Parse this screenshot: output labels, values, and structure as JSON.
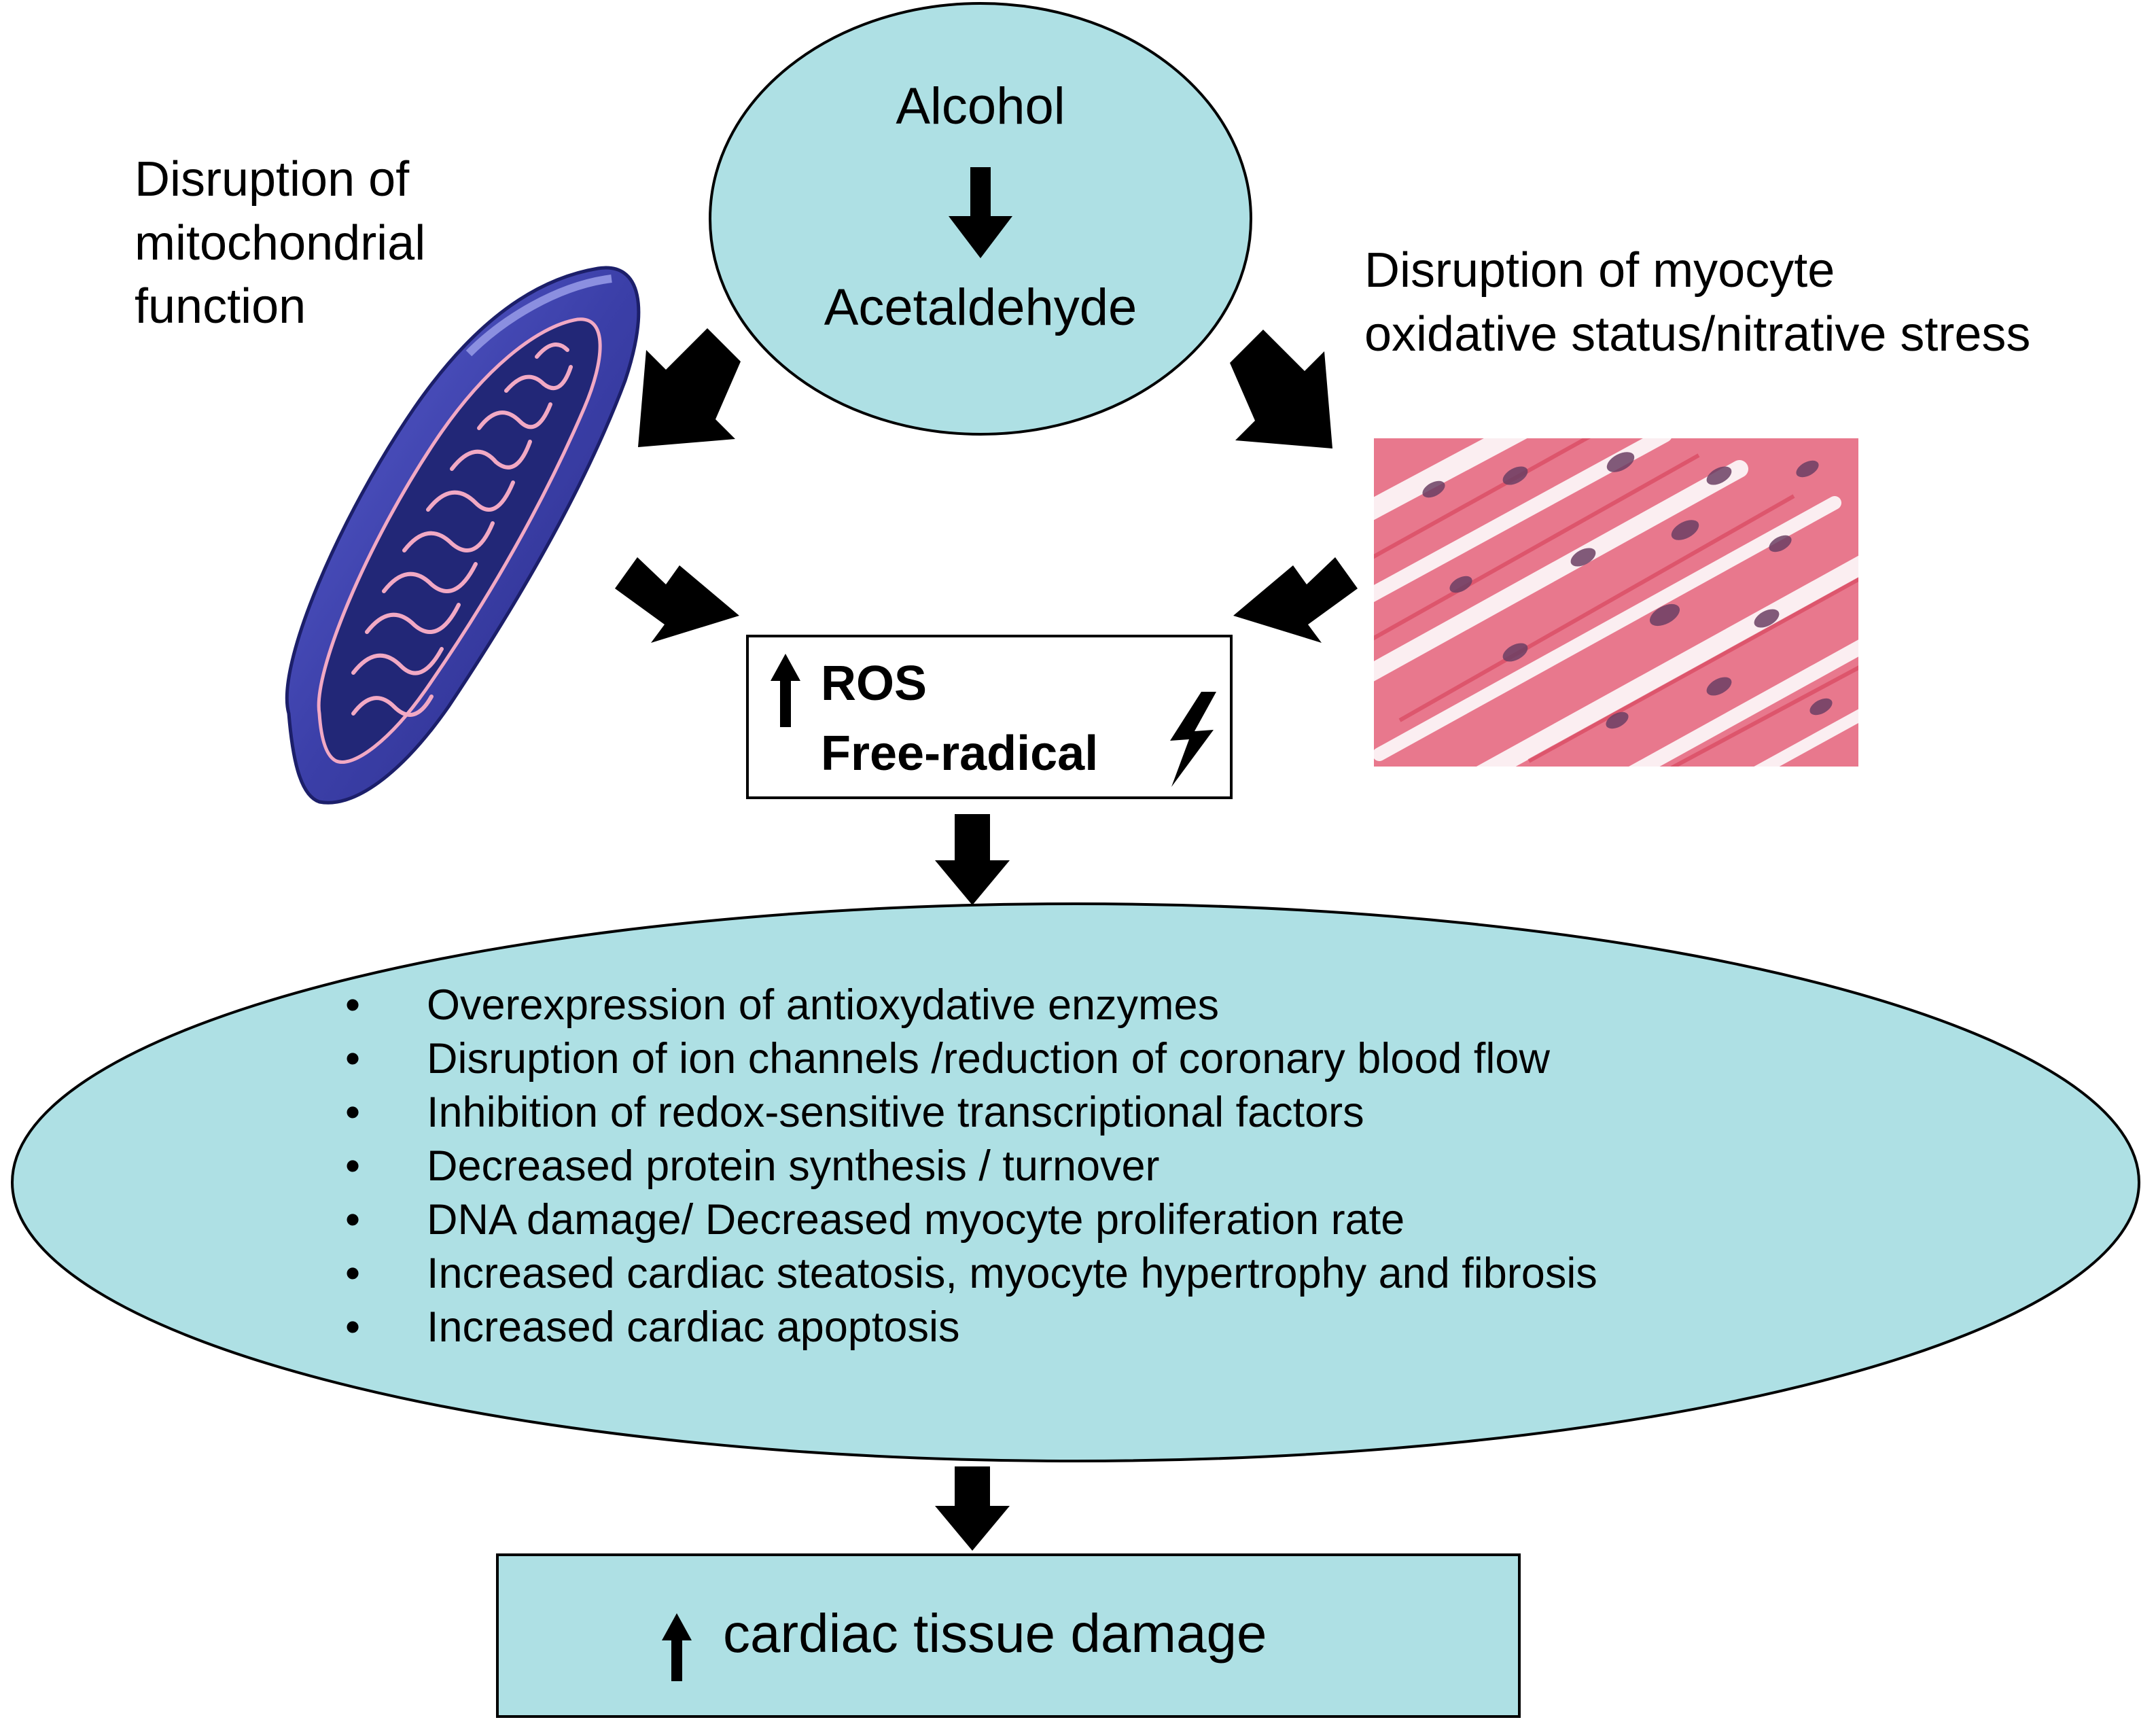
{
  "colors": {
    "node_fill": "#aee0e4",
    "arrow": "#000000",
    "tissue_base": "#e8788d",
    "tissue_fiber": "#d9475f",
    "tissue_gap": "#fbeef1",
    "nucleus": "#6b3f64",
    "mito_body": "#3b3fa8",
    "mito_inner": "#222777",
    "mito_cristae": "#f2a9c4"
  },
  "top_node": {
    "line1": "Alcohol",
    "line2": "Acetaldehyde"
  },
  "left_label": {
    "line1": "Disruption of",
    "line2": "mitochondrial",
    "line3": "function"
  },
  "right_label": {
    "line1": "Disruption of myocyte",
    "line2": "oxidative status/nitrative stress"
  },
  "ros_box": {
    "line1": "ROS",
    "line2": "Free-radical"
  },
  "effects": [
    "Overexpression of antioxydative enzymes",
    "Disruption of ion channels /reduction of coronary blood flow",
    "Inhibition of redox-sensitive transcriptional factors",
    "Decreased protein synthesis / turnover",
    "DNA damage/ Decreased myocyte proliferation rate",
    "Increased cardiac steatosis, myocyte hypertrophy and fibrosis",
    "Increased cardiac apoptosis"
  ],
  "outcome": {
    "label": "cardiac tissue damage"
  },
  "icons": {
    "increase": "up-arrow-icon",
    "lightning": "lightning-bolt-icon",
    "mitochondrion": "mitochondrion-illustration",
    "tissue": "cardiac-muscle-micrograph"
  }
}
